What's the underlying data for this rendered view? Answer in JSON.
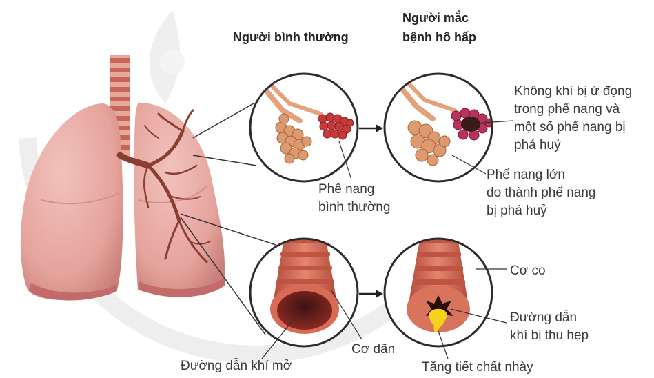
{
  "headers": {
    "normal": "Người bình thường",
    "sick_line1": "Người mắc",
    "sick_line2": "bệnh hô hấp"
  },
  "labels": {
    "trapped_air": [
      "Không khí bị ứ đọng",
      "trong phế nang và",
      "một số phế nang bị",
      "phá huỷ"
    ],
    "normal_alveoli": [
      "Phế nang",
      "bình thường"
    ],
    "large_alveoli": [
      "Phế nang lớn",
      "do thành phế nang",
      "bị phá huỷ"
    ],
    "muscle_contract": "Cơ co",
    "narrowed_airway": [
      "Đường dẫn",
      "khí bị thu hẹp"
    ],
    "open_airway": "Đường dẫn khí mở",
    "muscle_relax": "Cơ dãn",
    "mucus": "Tăng tiết chất nhày"
  },
  "colors": {
    "lung": "#e8a6a0",
    "lung_dark": "#c97a76",
    "bronchi": "#8a3d32",
    "trachea_ring": "#c9645a",
    "alveoli": "#d98e68",
    "alveoli_red": "#c83a3a",
    "airway_ring": "#d46a55",
    "mucus": "#f2d21a",
    "circle_stroke": "#2b2b2b",
    "watermark": "#e6e6e6"
  }
}
